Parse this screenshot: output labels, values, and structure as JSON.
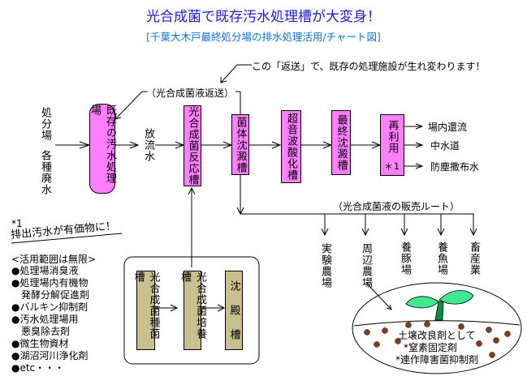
{
  "title": "光合成菌で既存汚水処理槽が大変身！",
  "subtitle": "[千葉大木戸最終処分場の排水処理活用/チャート図]",
  "colors": {
    "title": "#2020c8",
    "subtitle": "#1070d0",
    "process_box": "#ff80ff",
    "culture_box": "#c8c090",
    "leaf": "#40e890",
    "stem": "#009040",
    "soil_dot": "#804020"
  },
  "annotation_return": "この「返送」で、既存の処理施設が生れ変わります！",
  "return_label": "（光合成菌液返送）",
  "sales_route_label": "（光合成菌液の販売ルート）",
  "inputs": {
    "left_top": "処分場",
    "left_bottom": "各種廃水"
  },
  "discharge_label": "放流水",
  "process": [
    {
      "label": "既存の汚水処理場"
    },
    {
      "label": "光合成菌反応槽"
    },
    {
      "label": "菌体沈澱槽"
    },
    {
      "label": "超音波酸化槽"
    },
    {
      "label": "最終沈澱槽"
    },
    {
      "label": "再利用",
      "note": "＊1"
    }
  ],
  "reuse_outputs": [
    "場内還流",
    "中水道",
    "防塵撒布水"
  ],
  "sales_routes": [
    "実験農場",
    "周辺農場",
    "養豚場",
    "養魚場",
    "畜産業"
  ],
  "culture": [
    {
      "label": "光合成菌種菌槽"
    },
    {
      "label": "光合成菌培養槽"
    },
    {
      "label": "沈 殿 槽"
    }
  ],
  "footnote": {
    "marker": "*1",
    "heading": "排出汚水が有価物に！",
    "range_title": "<活用範囲は無限>",
    "items": [
      "●処理場消臭液",
      "●処理場内有機物",
      "　発酵分解促進剤",
      "●バルキン抑制剤",
      "●汚水処理場用",
      "　悪臭除去剤",
      "●微生物資材",
      "●湖沼河川浄化剤",
      "●etc・・・"
    ]
  },
  "soil": {
    "line1": "土壌改良剤として",
    "line2": "*窒素固定剤",
    "line3": "*連作障害菌抑制剤"
  }
}
